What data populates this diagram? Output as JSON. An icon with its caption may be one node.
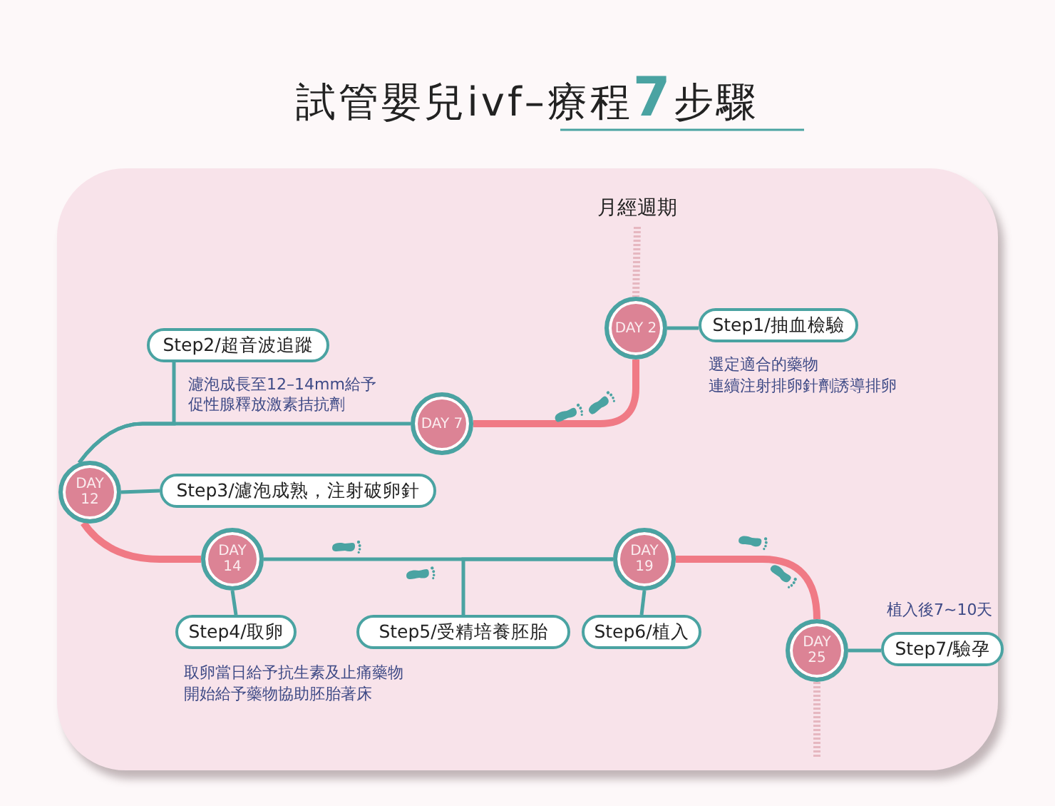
{
  "diagram": {
    "title": "試管嬰兒ivf–療程**7**步驟",
    "nodes": [
      {
        "text": [
          "月經週期"
        ]
      },
      {
        "text": [
          "DAY 2"
        ]
      },
      {
        "text": [
          "Step1/抽血檢驗"
        ],
        "beside": [
          "選定適合的藥物",
          "連續注射排卵針劑誘導排卵"
        ]
      },
      {
        "text": [
          "DAY 7"
        ]
      },
      {
        "text": [
          "Step2/超音波追蹤"
        ],
        "beside": [
          "濾泡成長至12–14mm給予促性腺釋放激素拮抗劑"
        ]
      },
      {
        "text": [
          "DAY 12"
        ]
      },
      {
        "text": [
          "Step3/濾泡成熟，注射破卵針"
        ]
      },
      {
        "text": [
          "DAY 14"
        ]
      },
      {
        "text": [
          "Step4/取卵"
        ],
        "beside": [
          "取卵當日給予抗生素及止痛藥物",
          "開始給予藥物協助胚胎著床"
        ]
      },
      {
        "text": [
          "Step5/受精培養胚胎"
        ]
      },
      {
        "text": [
          "DAY 19"
        ]
      },
      {
        "text": [
          "Step6/植入"
        ]
      },
      {
        "text": [
          "DAY 25"
        ]
      },
      {
        "text": [
          "Step7/驗孕"
        ],
        "beside": [
          "植入後7~10天"
        ]
      }
    ],
    "edges": [
      {
        "from": 0,
        "to": 1,
        "arrow": "none",
        "style": "dashed",
        "color": "#e6b7c0"
      },
      {
        "from": 1,
        "to": 2,
        "arrow": "none"
      },
      {
        "from": 1,
        "to": 3,
        "arrow": "none",
        "style": "thick",
        "color": "#f07a85"
      },
      {
        "from": 3,
        "to": 5,
        "arrow": "none"
      },
      {
        "from": 4,
        "to": 5,
        "arrow": "none"
      },
      {
        "from": 5,
        "to": 6,
        "arrow": "none"
      },
      {
        "from": 5,
        "to": 7,
        "arrow": "none",
        "style": "thick",
        "color": "#f07a85"
      },
      {
        "from": 7,
        "to": 8,
        "arrow": "none"
      },
      {
        "from": 7,
        "to": 10,
        "arrow": "none"
      },
      {
        "from": 9,
        "to": 10,
        "arrow": "none"
      },
      {
        "from": 10,
        "to": 11,
        "arrow": "none"
      },
      {
        "from": 10,
        "to": 12,
        "arrow": "none",
        "style": "thick",
        "color": "#f07a85"
      },
      {
        "from": 12,
        "to": 13,
        "arrow": "none"
      },
      {
        "from": 12,
        "to": null,
        "arrow": "none",
        "style": "dashed",
        "color": "#e6b7c0"
      }
    ]
  }
}
